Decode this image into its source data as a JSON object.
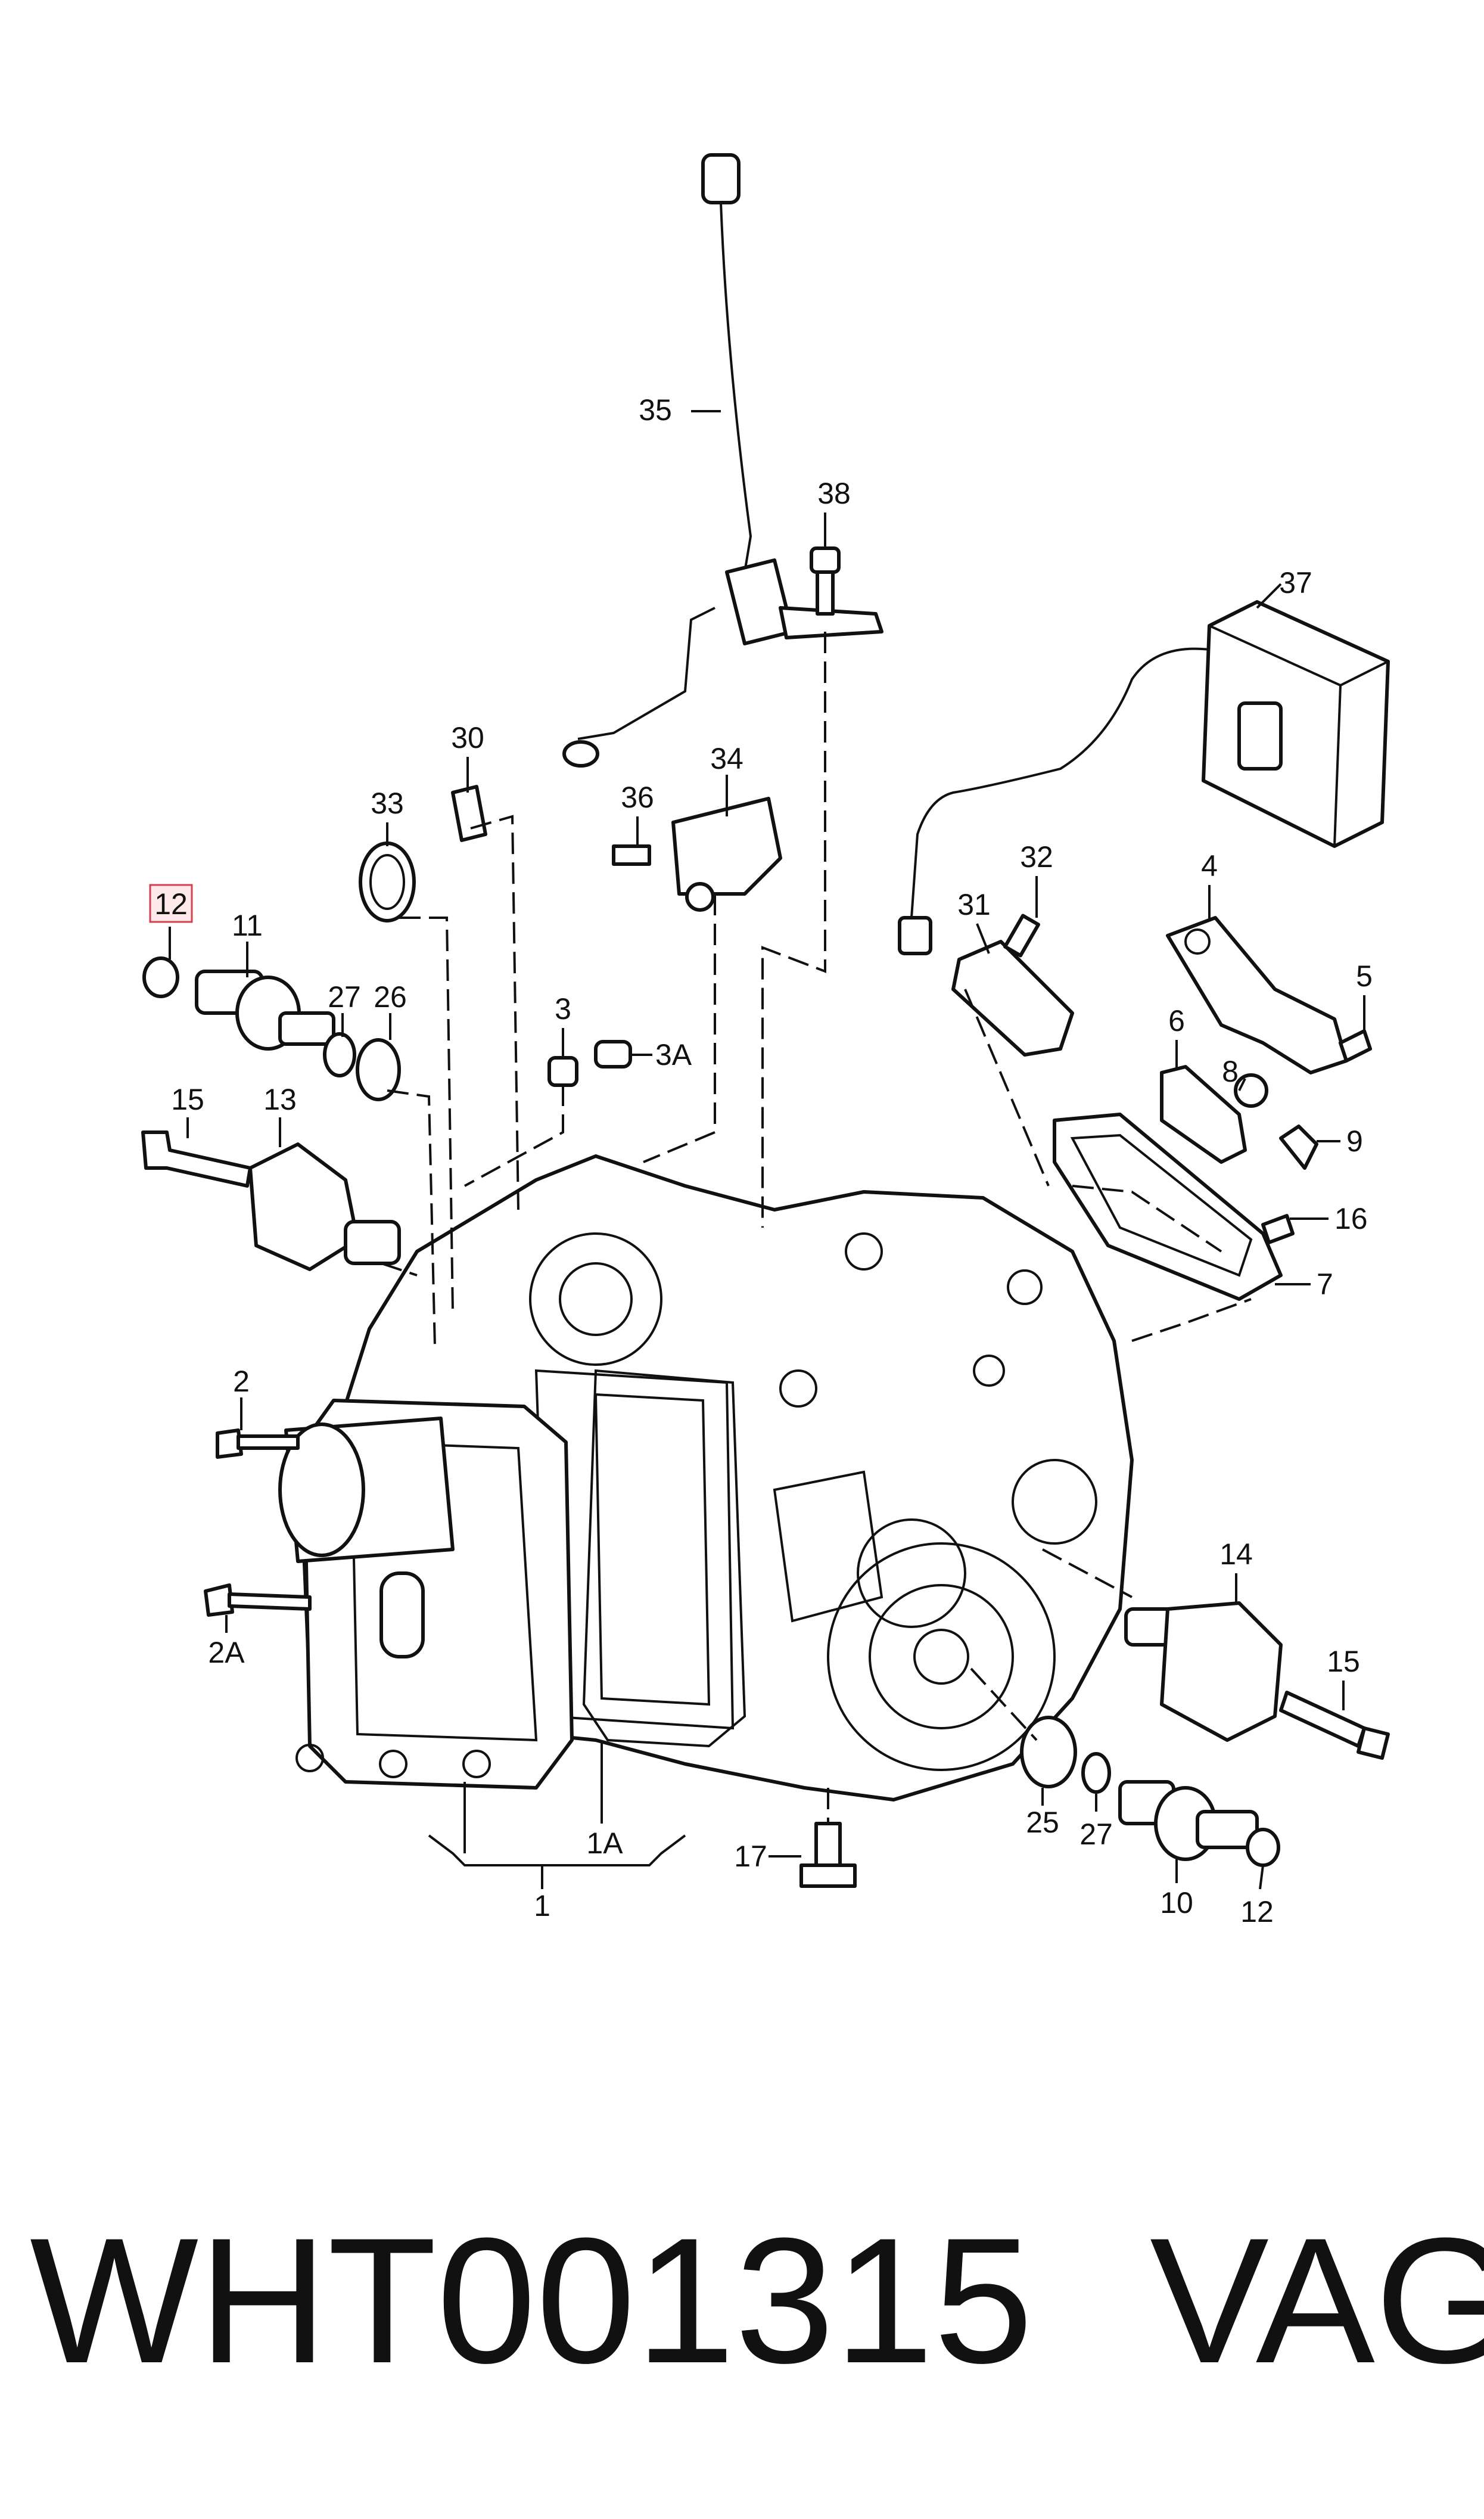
{
  "diagram": {
    "highlighted_callout": "12",
    "callouts": {
      "c1": "1",
      "c1A": "1A",
      "c2": "2",
      "c2A": "2A",
      "c3": "3",
      "c3A": "3A",
      "c4": "4",
      "c6": "6",
      "c7": "7",
      "c8": "8",
      "c9": "9",
      "c10": "10",
      "c11": "11",
      "c12a": "12",
      "c12b": "12",
      "c13": "13",
      "c14": "14",
      "c15a": "15",
      "c15b": "15",
      "c16": "16",
      "c17": "17",
      "c25": "25",
      "c26": "26",
      "c27a": "27",
      "c27b": "27",
      "c30": "30",
      "c31": "31",
      "c32": "32",
      "c33": "33",
      "c34": "34",
      "c35": "35",
      "c36": "36",
      "c37": "37",
      "c38": "38",
      "c5": "5"
    }
  },
  "footer": {
    "part_number": "WHT001315",
    "brand": "VAG"
  }
}
